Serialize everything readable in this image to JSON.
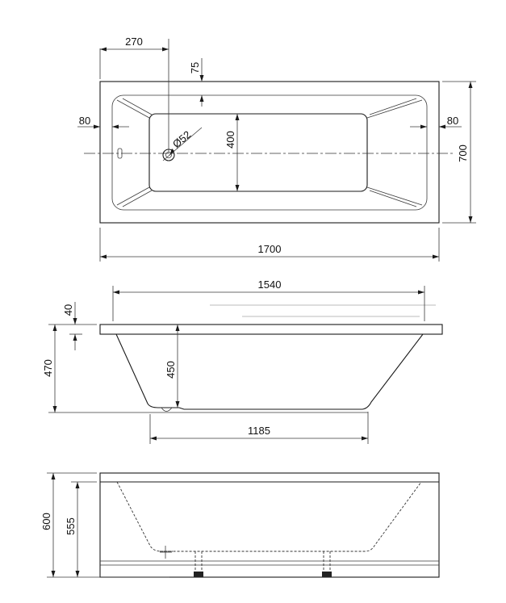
{
  "diagram": {
    "top_view": {
      "dimensions": {
        "d270": "270",
        "d75": "75",
        "d80_left": "80",
        "d80_right": "80",
        "d52": "Ø52",
        "d400": "400",
        "d700": "700",
        "d1700": "1700"
      }
    },
    "side_section": {
      "dimensions": {
        "d1540": "1540",
        "d40": "40",
        "d470": "470",
        "d450": "450",
        "d1185": "1185"
      }
    },
    "front_view": {
      "dimensions": {
        "d600": "600",
        "d555": "555"
      }
    }
  }
}
